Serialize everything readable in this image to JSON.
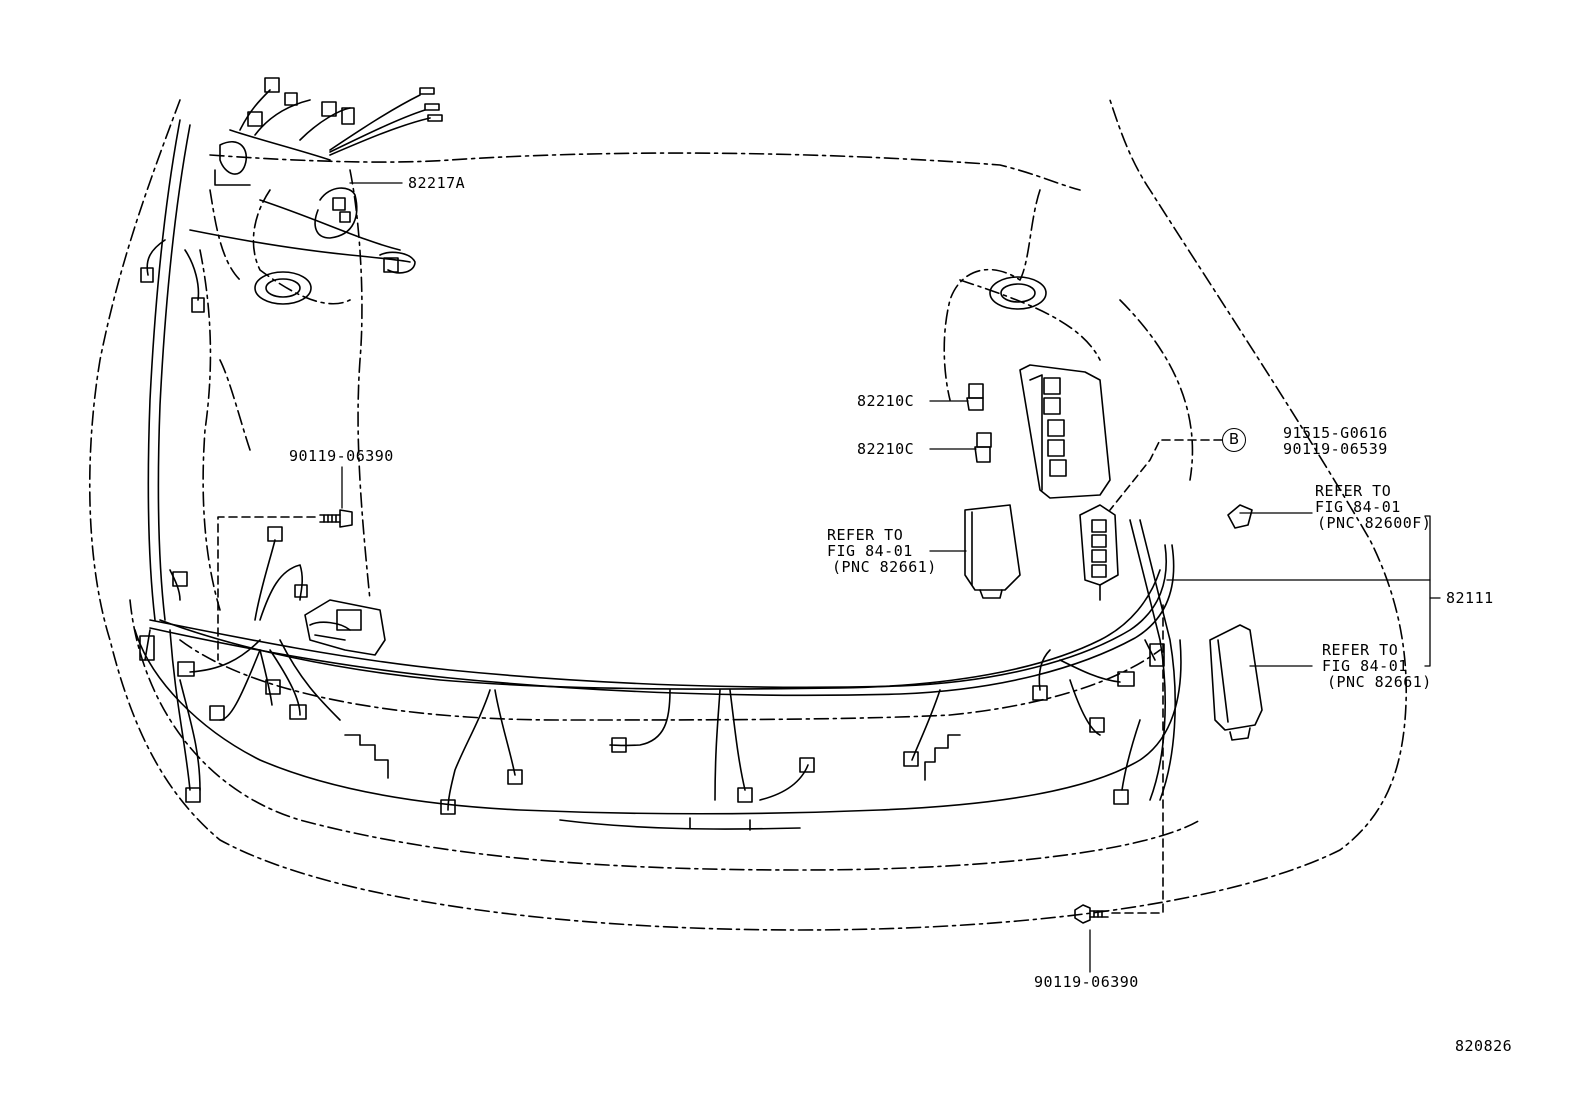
{
  "labels": {
    "harness_82217A": "82217A",
    "bolt_left": "90119-06390",
    "relay_upper": "82210C",
    "relay_lower": "82210C",
    "callout_b_letter": "B",
    "callout_b_part1": "91515-G0616",
    "callout_b_part2": "90119-06539",
    "ref_mid": [
      "REFER TO",
      "FIG 84-01",
      "(PNC 82661)"
    ],
    "ref_right_top": [
      "REFER TO",
      "FIG 84-01",
      "(PNC 82600F)"
    ],
    "harness_main": "82111",
    "ref_right_bottom": [
      "REFER TO",
      "FIG 84-01",
      "(PNC 82661)"
    ],
    "bolt_bottom": "90119-06390",
    "figure_number": "820826"
  }
}
